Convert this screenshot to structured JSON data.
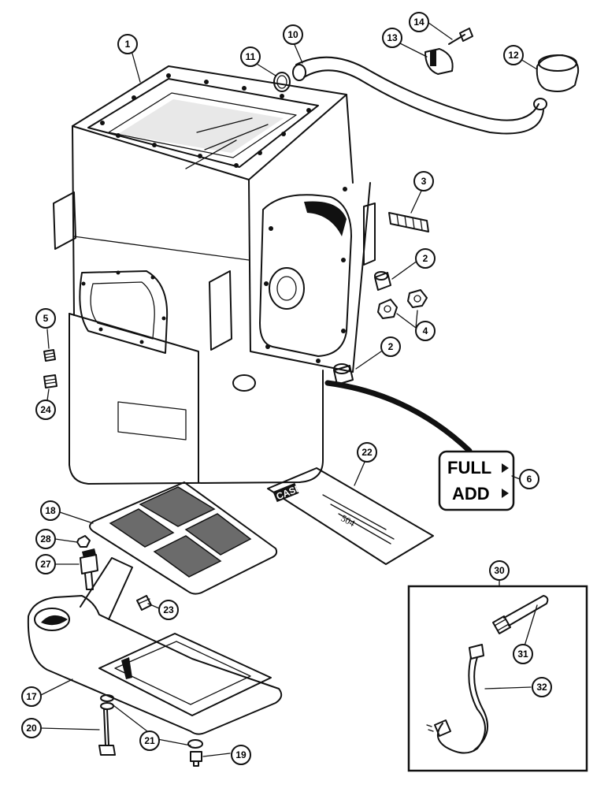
{
  "callouts": [
    "1",
    "2",
    "3",
    "4",
    "5",
    "6",
    "10",
    "11",
    "12",
    "13",
    "14",
    "17",
    "18",
    "19",
    "20",
    "21",
    "22",
    "23",
    "24",
    "27",
    "28",
    "30",
    "31",
    "32"
  ],
  "dipstick_gauge": {
    "full": "FULL",
    "add": "ADD"
  },
  "sealant_package": {
    "brand": "CASE",
    "product": "504"
  },
  "colors": {
    "ink": "#111111",
    "paper": "#ffffff"
  }
}
